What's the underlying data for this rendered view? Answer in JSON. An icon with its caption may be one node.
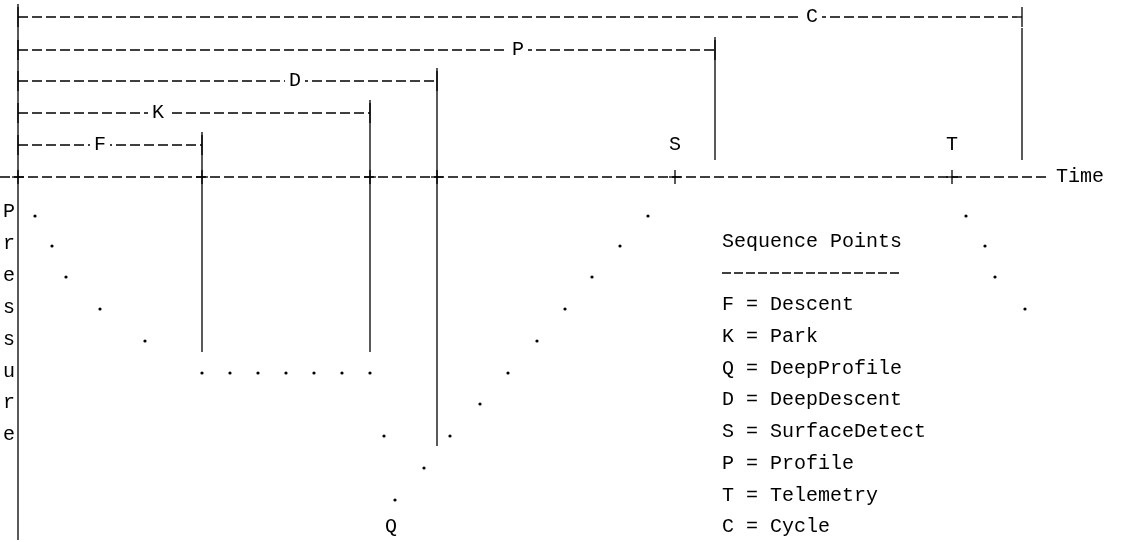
{
  "diagram": {
    "labels": [
      "C",
      "P",
      "D",
      "K",
      "F",
      "S",
      "T",
      "Time",
      "Pressure",
      "Sequence Points",
      "F = Descent",
      "K = Park",
      "Q = DeepProfile",
      "D = DeepDescent",
      "S = SurfaceDetect",
      "P = Profile",
      "T = Telemetry",
      "C = Cycle",
      "Q"
    ]
  }
}
